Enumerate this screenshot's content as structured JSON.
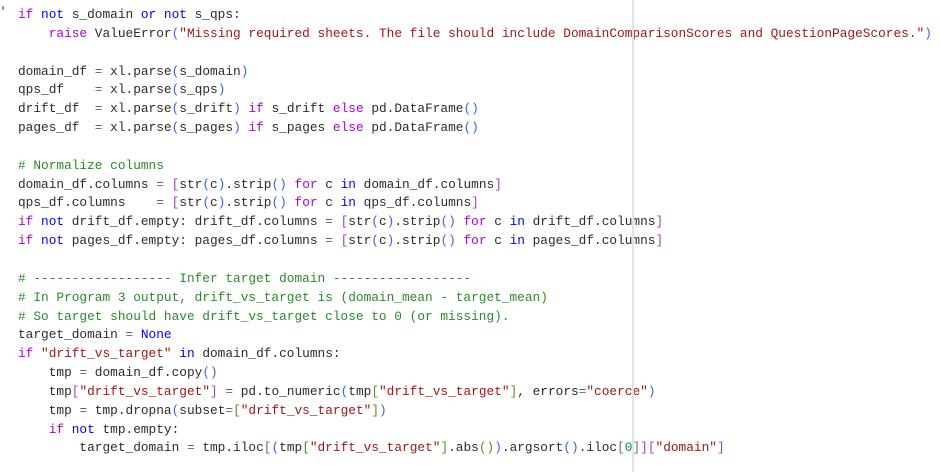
{
  "code_lines": [
    [
      [
        "k",
        "if"
      ],
      [
        "",
        ""
      ],
      [
        "b",
        " not"
      ],
      [
        "",
        " s_domain "
      ],
      [
        "b",
        "or"
      ],
      [
        "b",
        " not"
      ],
      [
        "",
        " s_qps:"
      ]
    ],
    [
      [
        "",
        "    "
      ],
      [
        "k",
        "raise"
      ],
      [
        "",
        " ValueError"
      ],
      [
        "p",
        "("
      ],
      [
        "s",
        "\"Missing required sheets. The file should include DomainComparisonScores and QuestionPageScores.\""
      ],
      [
        "p",
        ")"
      ]
    ],
    [],
    [
      [
        "",
        "domain_df "
      ],
      [
        "o",
        "="
      ],
      [
        "",
        " xl.parse"
      ],
      [
        "p",
        "("
      ],
      [
        "",
        "s_domain"
      ],
      [
        "p",
        ")"
      ]
    ],
    [
      [
        "",
        "qps_df    "
      ],
      [
        "o",
        "="
      ],
      [
        "",
        " xl.parse"
      ],
      [
        "p",
        "("
      ],
      [
        "",
        "s_qps"
      ],
      [
        "p",
        ")"
      ]
    ],
    [
      [
        "",
        "drift_df  "
      ],
      [
        "o",
        "="
      ],
      [
        "",
        " xl.parse"
      ],
      [
        "p",
        "("
      ],
      [
        "",
        "s_drift"
      ],
      [
        "p",
        ")"
      ],
      [
        "k",
        " if"
      ],
      [
        "",
        " s_drift "
      ],
      [
        "k",
        "else"
      ],
      [
        "",
        " pd.DataFrame"
      ],
      [
        "p",
        "()"
      ]
    ],
    [
      [
        "",
        "pages_df  "
      ],
      [
        "o",
        "="
      ],
      [
        "",
        " xl.parse"
      ],
      [
        "p",
        "("
      ],
      [
        "",
        "s_pages"
      ],
      [
        "p",
        ")"
      ],
      [
        "k",
        " if"
      ],
      [
        "",
        " s_pages "
      ],
      [
        "k",
        "else"
      ],
      [
        "",
        " pd.DataFrame"
      ],
      [
        "p",
        "()"
      ]
    ],
    [],
    [
      [
        "c",
        "# Normalize columns"
      ]
    ],
    [
      [
        "",
        "domain_df.columns "
      ],
      [
        "o",
        "="
      ],
      [
        "",
        " "
      ],
      [
        "q",
        "["
      ],
      [
        "",
        "str"
      ],
      [
        "p",
        "("
      ],
      [
        "",
        "c"
      ],
      [
        "p",
        ")"
      ],
      [
        "",
        ".strip"
      ],
      [
        "p",
        "()"
      ],
      [
        "k",
        " for"
      ],
      [
        "",
        " c "
      ],
      [
        "b",
        "in"
      ],
      [
        "",
        " domain_df.columns"
      ],
      [
        "q",
        "]"
      ]
    ],
    [
      [
        "",
        "qps_df.columns    "
      ],
      [
        "o",
        "="
      ],
      [
        "",
        " "
      ],
      [
        "q",
        "["
      ],
      [
        "",
        "str"
      ],
      [
        "p",
        "("
      ],
      [
        "",
        "c"
      ],
      [
        "p",
        ")"
      ],
      [
        "",
        ".strip"
      ],
      [
        "p",
        "()"
      ],
      [
        "k",
        " for"
      ],
      [
        "",
        " c "
      ],
      [
        "b",
        "in"
      ],
      [
        "",
        " qps_df.columns"
      ],
      [
        "q",
        "]"
      ]
    ],
    [
      [
        "k",
        "if"
      ],
      [
        "b",
        " not"
      ],
      [
        "",
        " drift_df.empty: drift_df.columns "
      ],
      [
        "o",
        "="
      ],
      [
        "",
        " "
      ],
      [
        "q",
        "["
      ],
      [
        "",
        "str"
      ],
      [
        "p",
        "("
      ],
      [
        "",
        "c"
      ],
      [
        "p",
        ")"
      ],
      [
        "",
        ".strip"
      ],
      [
        "p",
        "()"
      ],
      [
        "k",
        " for"
      ],
      [
        "",
        " c "
      ],
      [
        "b",
        "in"
      ],
      [
        "",
        " drift_df.columns"
      ],
      [
        "q",
        "]"
      ]
    ],
    [
      [
        "k",
        "if"
      ],
      [
        "b",
        " not"
      ],
      [
        "",
        " pages_df.empty: pages_df.columns "
      ],
      [
        "o",
        "="
      ],
      [
        "",
        " "
      ],
      [
        "q",
        "["
      ],
      [
        "",
        "str"
      ],
      [
        "p",
        "("
      ],
      [
        "",
        "c"
      ],
      [
        "p",
        ")"
      ],
      [
        "",
        ".strip"
      ],
      [
        "p",
        "()"
      ],
      [
        "k",
        " for"
      ],
      [
        "",
        " c "
      ],
      [
        "b",
        "in"
      ],
      [
        "",
        " pages_df.columns"
      ],
      [
        "q",
        "]"
      ]
    ],
    [],
    [
      [
        "c",
        "# ------------------ Infer target domain ------------------"
      ]
    ],
    [
      [
        "c",
        "# In Program 3 output, drift_vs_target is (domain_mean - target_mean)"
      ]
    ],
    [
      [
        "c",
        "# So target should have drift_vs_target close to 0 (or missing)."
      ]
    ],
    [
      [
        "",
        "target_domain "
      ],
      [
        "o",
        "="
      ],
      [
        "b",
        " None"
      ]
    ],
    [
      [
        "k",
        "if"
      ],
      [
        "s",
        " \"drift_vs_target\""
      ],
      [
        "b",
        " in"
      ],
      [
        "",
        " domain_df.columns:"
      ]
    ],
    [
      [
        "",
        "    tmp "
      ],
      [
        "o",
        "="
      ],
      [
        "",
        " domain_df.copy"
      ],
      [
        "p",
        "()"
      ]
    ],
    [
      [
        "",
        "    tmp"
      ],
      [
        "q",
        "["
      ],
      [
        "s",
        "\"drift_vs_target\""
      ],
      [
        "q",
        "]"
      ],
      [
        "o",
        " ="
      ],
      [
        "",
        " pd.to_numeric"
      ],
      [
        "p",
        "("
      ],
      [
        "",
        "tmp"
      ],
      [
        "g",
        "["
      ],
      [
        "s",
        "\"drift_vs_target\""
      ],
      [
        "g",
        "]"
      ],
      [
        "",
        ", errors"
      ],
      [
        "o",
        "="
      ],
      [
        "s",
        "\"coerce\""
      ],
      [
        "p",
        ")"
      ]
    ],
    [
      [
        "",
        "    tmp "
      ],
      [
        "o",
        "="
      ],
      [
        "",
        " tmp.dropna"
      ],
      [
        "p",
        "("
      ],
      [
        "",
        "subset"
      ],
      [
        "o",
        "="
      ],
      [
        "g",
        "["
      ],
      [
        "s",
        "\"drift_vs_target\""
      ],
      [
        "g",
        "]"
      ],
      [
        "p",
        ")"
      ]
    ],
    [
      [
        "",
        "    "
      ],
      [
        "k",
        "if"
      ],
      [
        "b",
        " not"
      ],
      [
        "",
        " tmp.empty:"
      ]
    ],
    [
      [
        "",
        "        target_domain "
      ],
      [
        "o",
        "="
      ],
      [
        "",
        " tmp.iloc"
      ],
      [
        "q",
        "["
      ],
      [
        "p",
        "("
      ],
      [
        "",
        "tmp"
      ],
      [
        "g",
        "["
      ],
      [
        "s",
        "\"drift_vs_target\""
      ],
      [
        "g",
        "]"
      ],
      [
        "",
        ".abs"
      ],
      [
        "g",
        "()"
      ],
      [
        "p",
        ")"
      ],
      [
        "",
        ".argsort"
      ],
      [
        "p",
        "()"
      ],
      [
        "",
        ".iloc"
      ],
      [
        "g",
        "["
      ],
      [
        "n",
        "0"
      ],
      [
        "g",
        "]"
      ],
      [
        "q",
        "]["
      ],
      [
        "s",
        "\"domain\""
      ],
      [
        "q",
        "]"
      ]
    ]
  ]
}
